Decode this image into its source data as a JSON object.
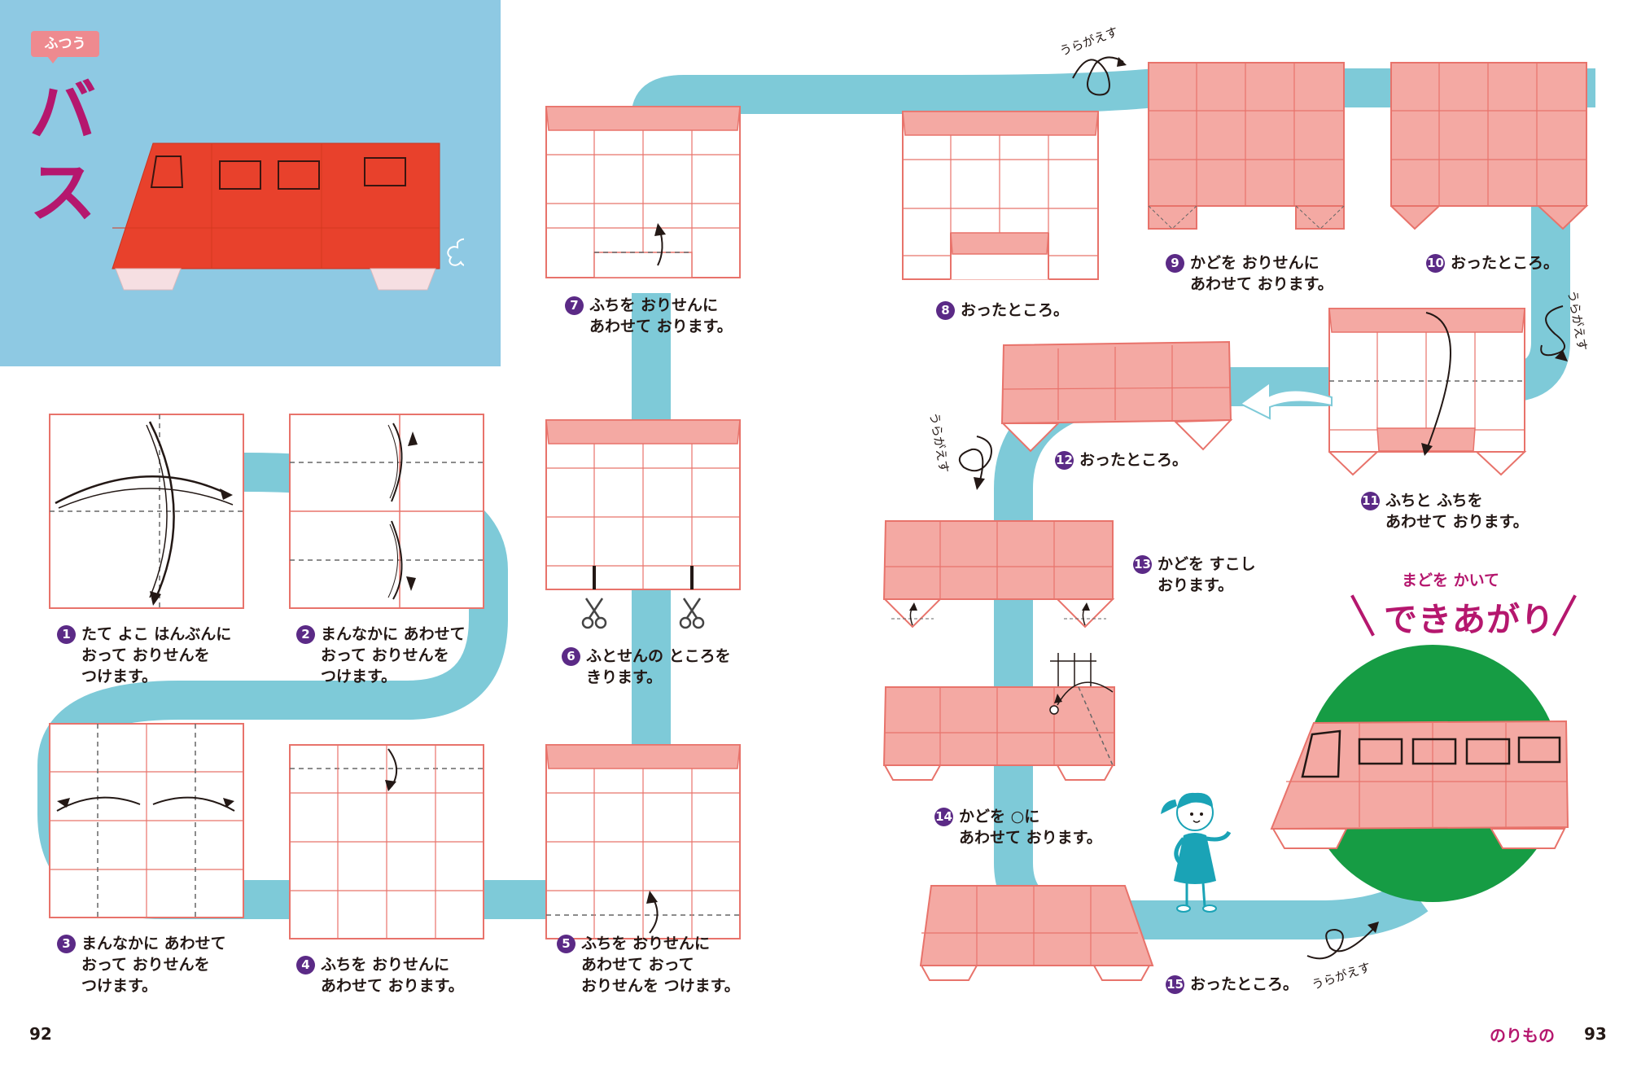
{
  "hero": {
    "level_tag": "ふつう",
    "title": "バス"
  },
  "steps": [
    {
      "num": "1",
      "lines": [
        "たて よこ はんぶんに",
        "おって おりせんを",
        "つけます。"
      ]
    },
    {
      "num": "2",
      "lines": [
        "まんなかに あわせて",
        "おって おりせんを",
        "つけます。"
      ]
    },
    {
      "num": "3",
      "lines": [
        "まんなかに あわせて",
        "おって おりせんを",
        "つけます。"
      ]
    },
    {
      "num": "4",
      "lines": [
        "ふちを おりせんに",
        "あわせて おります。"
      ]
    },
    {
      "num": "5",
      "lines": [
        "ふちを おりせんに",
        "あわせて おって",
        "おりせんを つけます。"
      ]
    },
    {
      "num": "6",
      "lines": [
        "ふとせんの ところを",
        "きります。"
      ]
    },
    {
      "num": "7",
      "lines": [
        "ふちを おりせんに",
        "あわせて おります。"
      ]
    },
    {
      "num": "8",
      "lines": [
        "おったところ。"
      ]
    },
    {
      "num": "9",
      "lines": [
        "かどを おりせんに",
        "あわせて おります。"
      ]
    },
    {
      "num": "10",
      "lines": [
        "おったところ。"
      ]
    },
    {
      "num": "11",
      "lines": [
        "ふちと ふちを",
        "あわせて おります。"
      ]
    },
    {
      "num": "12",
      "lines": [
        "おったところ。"
      ]
    },
    {
      "num": "13",
      "lines": [
        "かどを すこし",
        "おります。"
      ]
    },
    {
      "num": "14",
      "lines": [
        "かどを ○に",
        "あわせて おります。"
      ]
    },
    {
      "num": "15",
      "lines": [
        "おったところ。"
      ]
    }
  ],
  "turn_over": "うらがえす",
  "finish": {
    "subtitle": "まどを かいて",
    "title": "できあがり"
  },
  "footer": {
    "left_page": "92",
    "right_page": "93",
    "section": "のりもの"
  },
  "colors": {
    "road": "#7ecad8",
    "paper_pink": "#f4a9a3",
    "crease_line": "#e8736b",
    "hero_bg": "#8ec9e3",
    "title_magenta": "#b5176e",
    "step_number": "#5b2a86",
    "finish_circle": "#169c44",
    "bus_red": "#e8412c"
  },
  "icons": [
    "scissors-icon",
    "turn-over-arrow-icon",
    "fold-arrow-icon",
    "girl-illustration"
  ]
}
